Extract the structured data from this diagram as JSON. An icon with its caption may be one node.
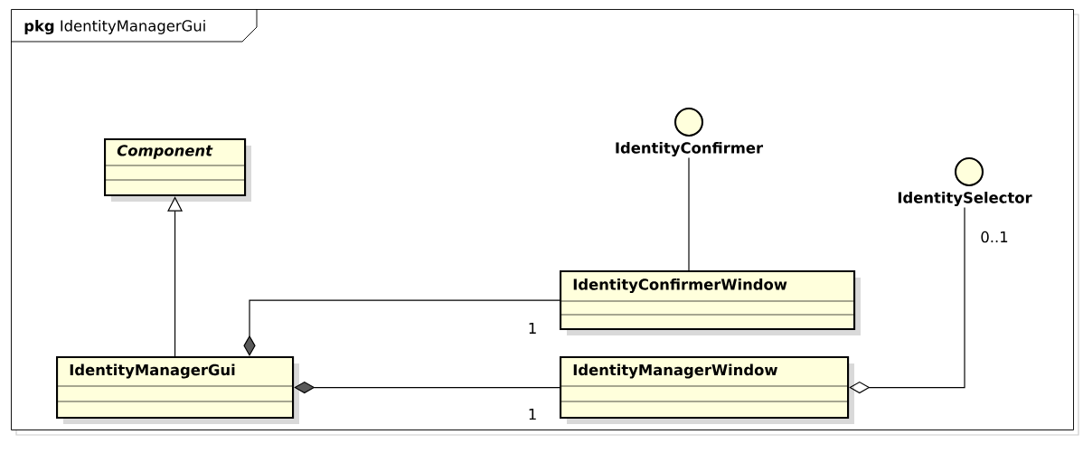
{
  "diagram": {
    "nodes": [
      {
        "text": [
          "**pkg** IdentityManagerGui"
        ]
      },
      {
        "text": [
          "Component"
        ],
        "in": 0
      },
      {
        "text": [
          "IdentityConfirmer"
        ],
        "in": 0
      },
      {
        "text": [
          "IdentitySelector"
        ],
        "in": 0
      },
      {
        "text": [
          "IdentityConfirmerWindow"
        ],
        "in": 0
      },
      {
        "text": [
          "IdentityManagerGui"
        ],
        "in": 0
      },
      {
        "text": [
          "IdentityManagerWindow"
        ],
        "in": 0
      }
    ],
    "edges": [
      {
        "from": 5,
        "to": 1,
        "arrow": "to"
      },
      {
        "from": 4,
        "to": 2,
        "arrow": "none"
      },
      {
        "from": 6,
        "to": 3,
        "arrow": "other",
        "label": "0..1"
      },
      {
        "from": 5,
        "to": 4,
        "arrow": "other",
        "label": "1"
      },
      {
        "from": 5,
        "to": 6,
        "arrow": "other",
        "label": "1"
      }
    ]
  }
}
